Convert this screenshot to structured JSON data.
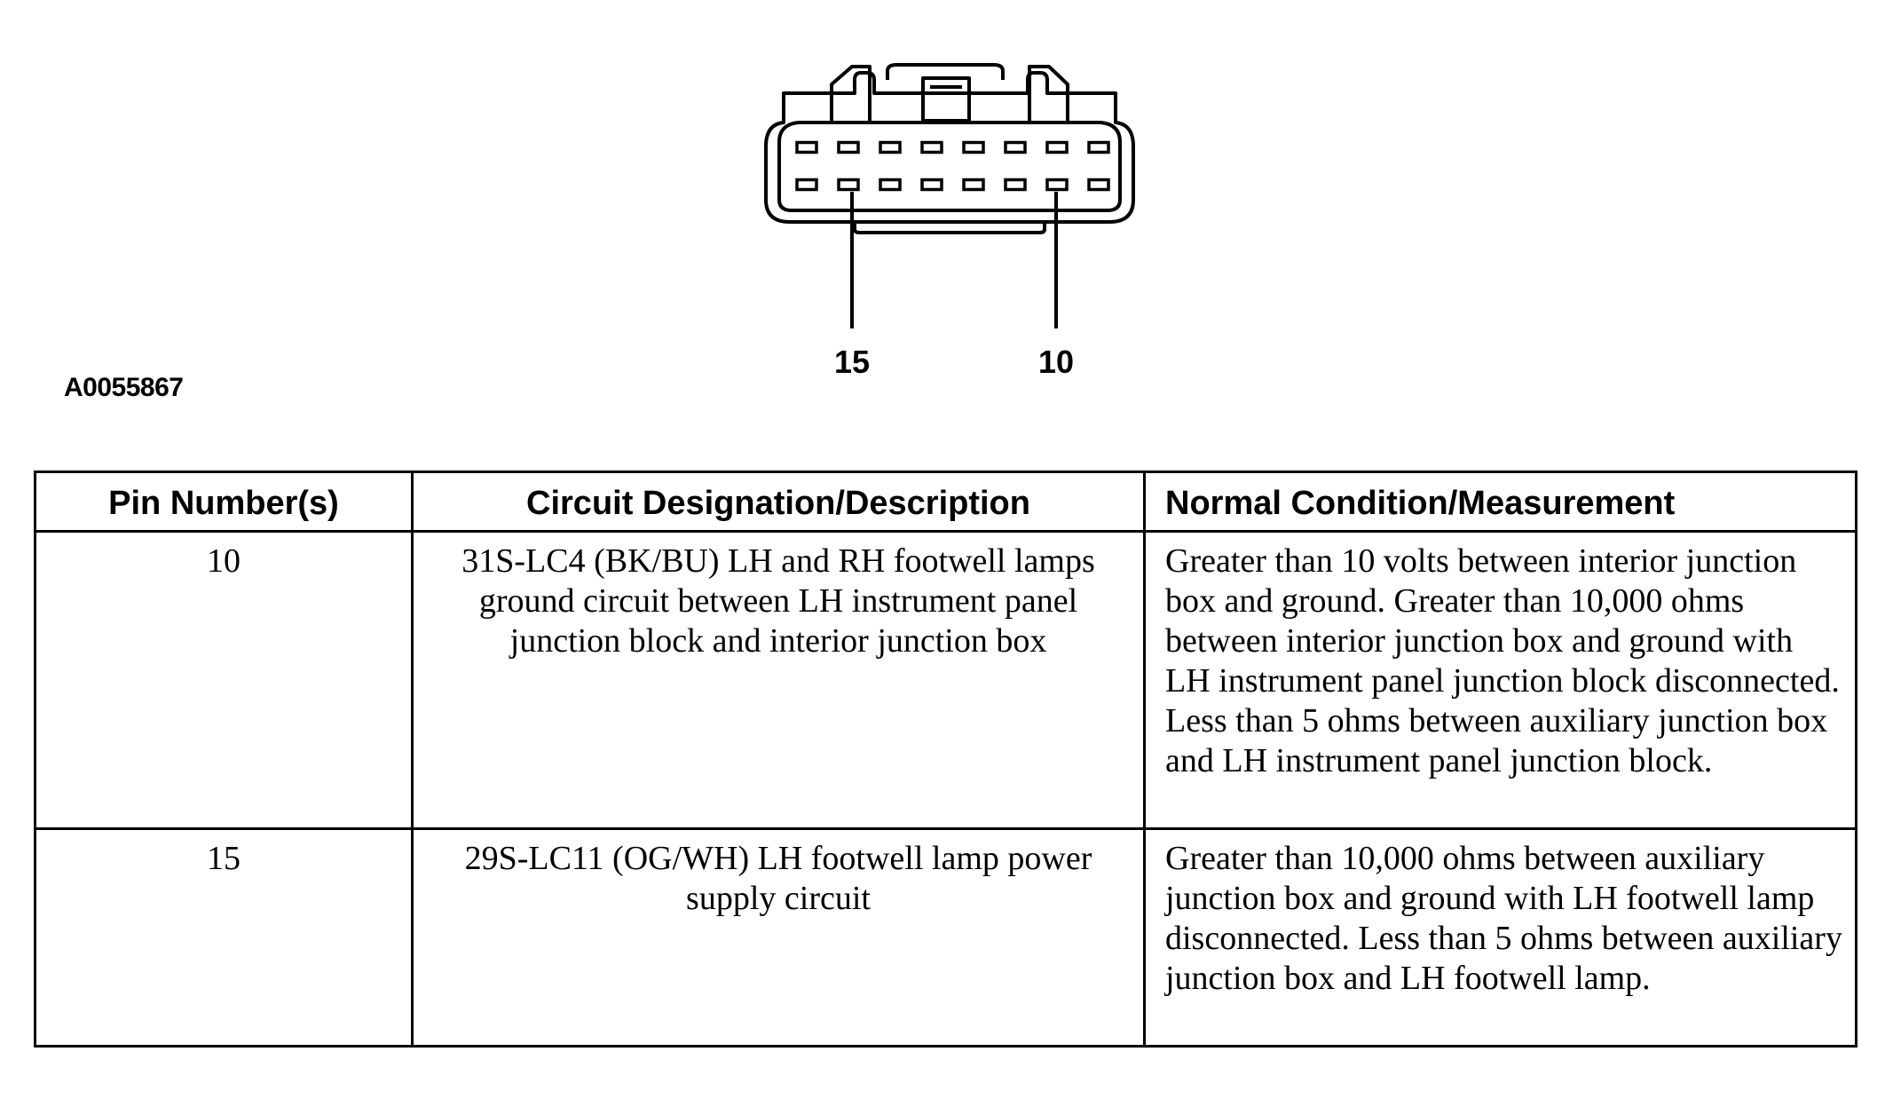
{
  "figure": {
    "id": "A0055867",
    "pin_labels": [
      "15",
      "10"
    ]
  },
  "table": {
    "headers": [
      "Pin Number(s)",
      "Circuit Designation/Description",
      "Normal Condition/Measurement"
    ],
    "rows": [
      {
        "pin": "10",
        "description": "31S-LC4 (BK/BU) LH and RH footwell lamps ground circuit between LH instrument panel junction block and interior junction box",
        "condition": "Greater than 10 volts between interior junction box and ground. Greater than 10,000 ohms between interior junction box and ground with LH instrument panel junction block disconnected. Less than 5 ohms between auxiliary junction box and LH instrument panel junction block."
      },
      {
        "pin": "15",
        "description": "29S-LC11 (OG/WH) LH footwell lamp power supply circuit",
        "condition": "Greater than 10,000 ohms between auxiliary junction box and ground with LH footwell lamp disconnected. Less than 5 ohms between auxiliary junction box and LH footwell lamp."
      }
    ]
  }
}
